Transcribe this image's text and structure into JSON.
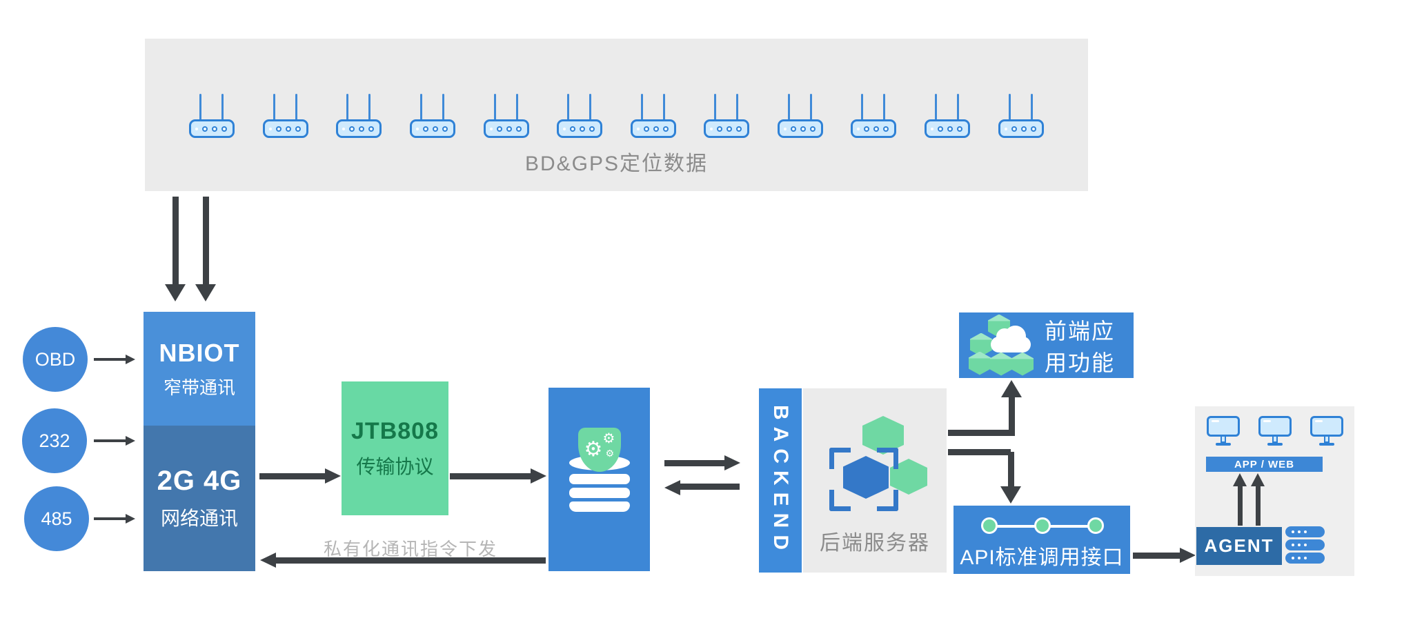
{
  "top": {
    "label": "BD&GPS定位数据",
    "router_count": 12
  },
  "inputs": [
    {
      "label": "OBD"
    },
    {
      "label": "232"
    },
    {
      "label": "485"
    }
  ],
  "nbiot": {
    "title": "NBIOT",
    "subtitle": "窄带通讯"
  },
  "network": {
    "title": "2G 4G",
    "subtitle": "网络通讯"
  },
  "protocol": {
    "title": "JTB808",
    "subtitle": "传输协议"
  },
  "downlink": {
    "label": "私有化通讯指令下发"
  },
  "backend": {
    "vertical_label": "BACKEND",
    "server_label": "后端服务器"
  },
  "frontend": {
    "label": "前端应用功能"
  },
  "api": {
    "label": "API标准调用接口"
  },
  "client": {
    "app_web_label": "APP / WEB",
    "agent_label": "AGENT",
    "monitor_count": 3,
    "server_count": 3
  },
  "colors": {
    "box_blue": "#3d87d6",
    "bright_blue": "#4a90d9",
    "muted_blue": "#4377ad",
    "agent_blue": "#2d6ba6",
    "green": "#68d9a4",
    "green_text": "#15784a",
    "gray_box": "#ebebeb",
    "panel_gray": "#efefef",
    "arrow": "#3d4145",
    "icon_line_blue": "#2e81d6",
    "icon_fill_blue": "#cfeafd"
  }
}
